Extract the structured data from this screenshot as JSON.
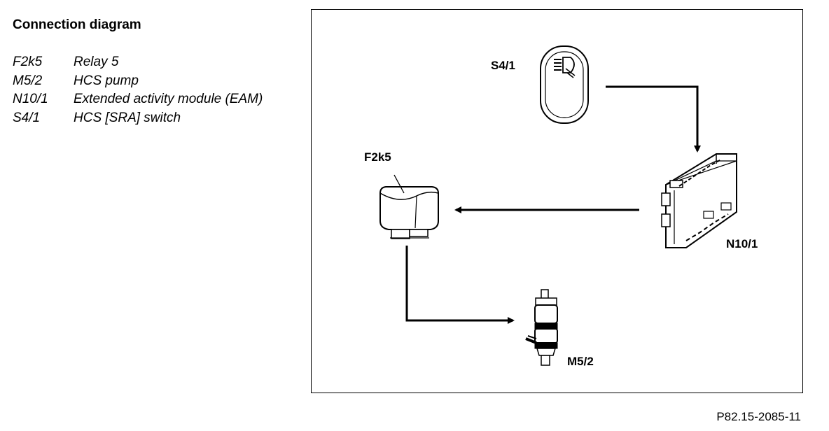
{
  "title": "Connection diagram",
  "legend": [
    {
      "code": "F2k5",
      "desc": "Relay 5"
    },
    {
      "code": "M5/2",
      "desc": "HCS pump"
    },
    {
      "code": "N10/1",
      "desc": "Extended activity module (EAM)"
    },
    {
      "code": "S4/1",
      "desc": "HCS [SRA] switch"
    }
  ],
  "components": {
    "switch": "S4/1",
    "module": "N10/1",
    "relay": "F2k5",
    "pump": "M5/2"
  },
  "reference": "P82.15-2085-11"
}
